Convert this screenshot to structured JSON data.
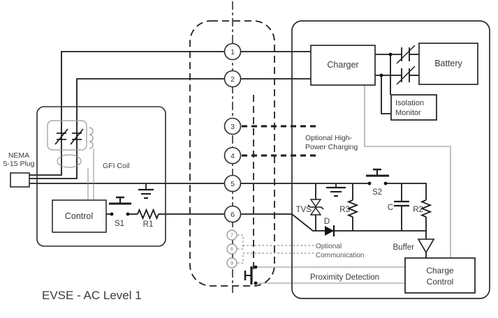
{
  "colors": {
    "wire": "#1a1a1a",
    "thin_wire": "#8a8a8a",
    "box_stroke": "#2b2b2b",
    "text": "#3a3a3a",
    "background": "#ffffff"
  },
  "diagram": {
    "title": "EVSE - AC Level 1",
    "evse": {
      "nema_plug": [
        "NEMA",
        "5-15 Plug"
      ],
      "gfi_coil": "GFI Coil",
      "control": "Control",
      "s1": "S1",
      "r1": "R1"
    },
    "connector": {
      "pins": [
        "1",
        "2",
        "3",
        "4",
        "5",
        "6",
        "7",
        "8",
        "9"
      ]
    },
    "vehicle": {
      "charger": "Charger",
      "battery": "Battery",
      "isolation_monitor": [
        "Isolation",
        "Monitor"
      ],
      "tvs": "TVS",
      "diode": "D",
      "r3": "R3",
      "s2": "S2",
      "c": "C",
      "r2": "R2",
      "buffer": "Buffer",
      "charge_control": [
        "Charge",
        "Control"
      ]
    },
    "annotations": {
      "optional_high_power": [
        "Optional High-",
        "Power Charging"
      ],
      "optional_communication": [
        "Optional",
        "Communication"
      ],
      "proximity_detection": "Proximity Detection"
    }
  }
}
